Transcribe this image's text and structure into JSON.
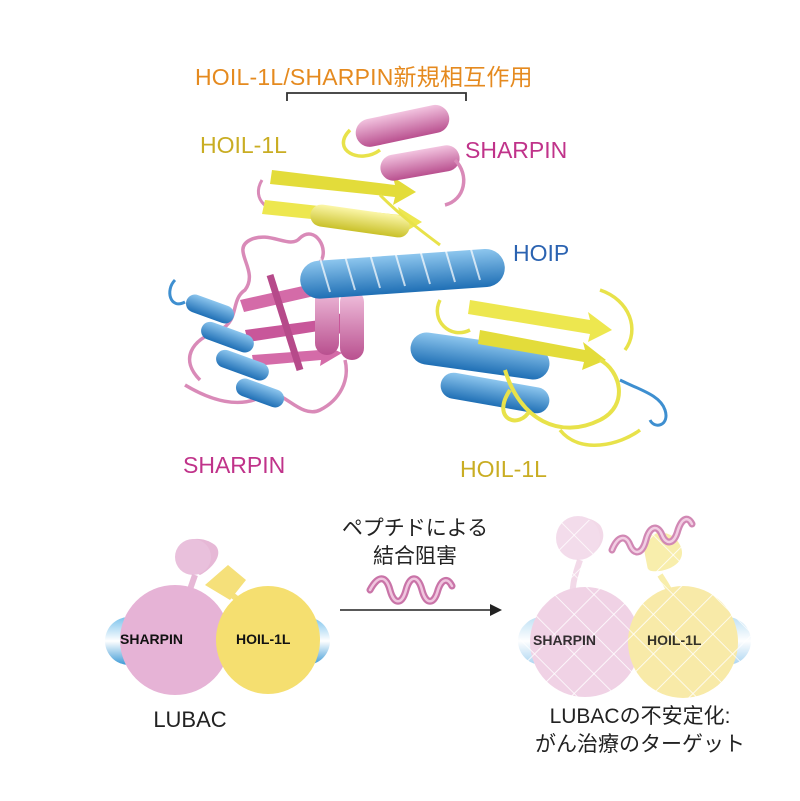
{
  "colors": {
    "orange": "#e58a1f",
    "hoil": "#c9ad23",
    "sharpin": "#c0338a",
    "hoip": "#2b63b1",
    "ribbon_pink": "#d98ab8",
    "ribbon_yellow": "#f1ea5c",
    "ribbon_blue": "#3e8fd0",
    "oval_pink": "#e6b3d6",
    "oval_yellow": "#f5e07a",
    "bar_blue": "#4aa6de"
  },
  "structure": {
    "title": "HOIL-1L/SHARPIN新規相互作用",
    "labels": {
      "hoil_top": "HOIL-1L",
      "sharpin_top": "SHARPIN",
      "hoip": "HOIP",
      "sharpin_bottom": "SHARPIN",
      "hoil_bottom": "HOIL-1L"
    }
  },
  "schematic": {
    "arrow_caption_line1": "ペプチドによる",
    "arrow_caption_line2": "結合阻害",
    "left": {
      "sharpin": "SHARPIN",
      "hoil": "HOIL-1L",
      "caption": "LUBAC"
    },
    "right": {
      "sharpin": "SHARPIN",
      "hoil": "HOIL-1L",
      "caption_line1": "LUBACの不安定化:",
      "caption_line2": "がん治療のターゲット"
    }
  }
}
